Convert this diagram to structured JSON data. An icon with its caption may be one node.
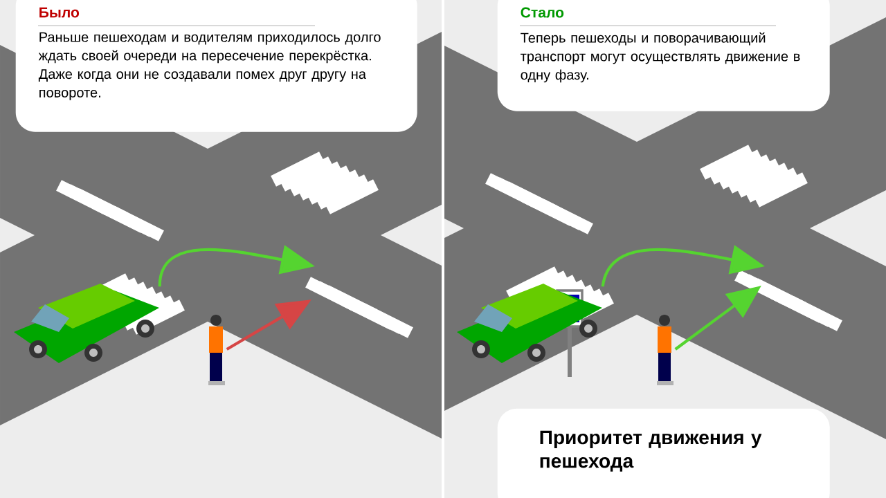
{
  "diagram": {
    "nodes": [
      {
        "text": [
          "Было",
          "Раньше пешеходам и водителям приходилось долго ждать своей очереди на пересечение перекрёстка. Даже когда они не создавали помех друг другу на повороте."
        ]
      },
      {
        "text": [
          "Стало",
          "Теперь пешеходы и поворачивающий транспорт могут осуществлять движение в одну фазу."
        ]
      },
      {
        "text": [
          "Приоритет движения у пешехода"
        ]
      },
      {
        "text": [],
        "shape": "picture"
      },
      {
        "text": [],
        "shape": "person"
      },
      {
        "text": [],
        "shape": "picture"
      },
      {
        "text": [],
        "shape": "person"
      }
    ],
    "edges": [
      {
        "from": 3,
        "to": null,
        "arrow": "to"
      },
      {
        "from": 4,
        "to": null,
        "arrow": "to",
        "color": "#d64545"
      },
      {
        "from": 5,
        "to": null,
        "arrow": "to"
      },
      {
        "from": 6,
        "to": null,
        "arrow": "to"
      }
    ]
  }
}
